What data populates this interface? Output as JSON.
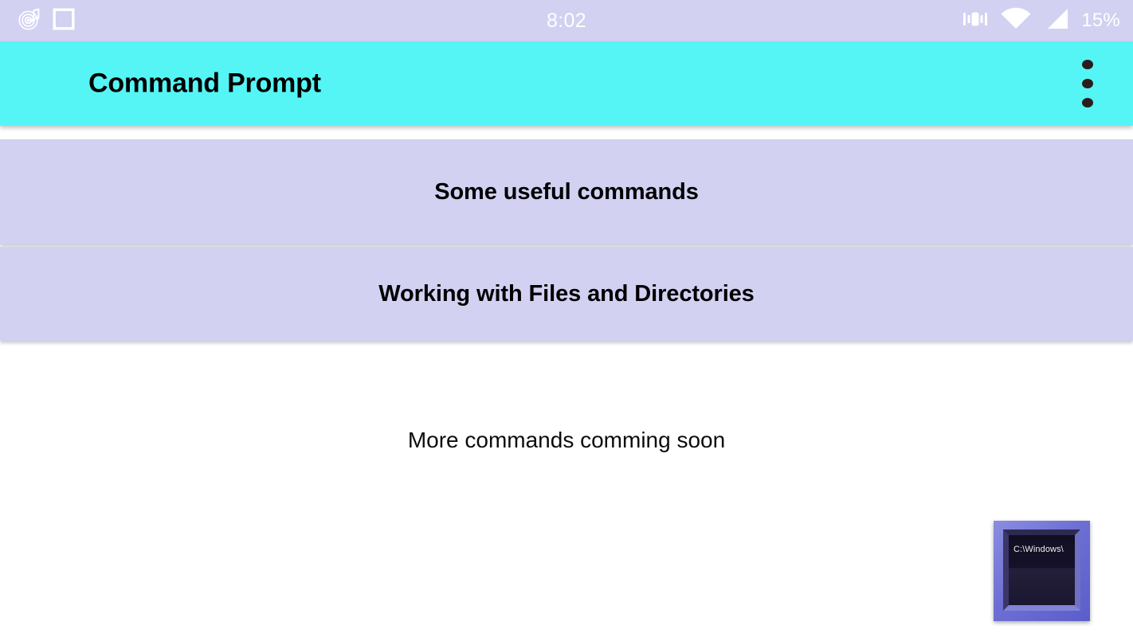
{
  "status_bar": {
    "background": "#d2d1f2",
    "foreground": "#ffffff",
    "time": "8:02",
    "battery": "15%",
    "left_icons": [
      {
        "name": "music-notification-icon"
      },
      {
        "name": "square-notification-icon"
      }
    ],
    "right_icons": [
      {
        "name": "vibrate-icon"
      },
      {
        "name": "wifi-icon"
      },
      {
        "name": "cellular-signal-icon"
      }
    ]
  },
  "app_bar": {
    "title": "Command Prompt",
    "background": "#55f5f5",
    "title_color": "#000000",
    "overflow_menu_label": "More options"
  },
  "main": {
    "background": "#ffffff",
    "buttons": [
      {
        "label": "Some useful commands",
        "background": "#d2d1f2",
        "text_color": "#000000"
      },
      {
        "label": "Working with Files and Directories",
        "background": "#d2d1f2",
        "text_color": "#000000"
      }
    ],
    "note": "More commands comming soon",
    "cmd_icon": {
      "name": "command-prompt-icon",
      "screen_text": "C:\\Windows\\",
      "frame_color": "#6d6fd4",
      "screen_color": "#0d0a18"
    }
  }
}
